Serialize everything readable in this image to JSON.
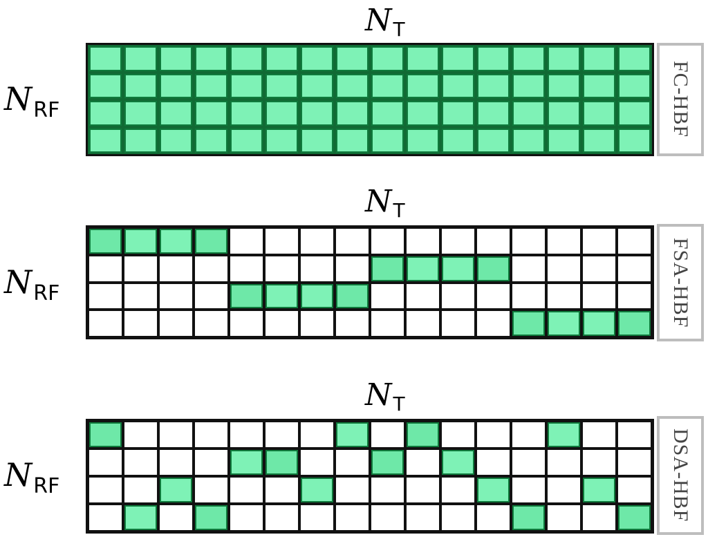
{
  "labels": {
    "nt_symbol": "N",
    "nt_sub": "T",
    "nrf_symbol": "N",
    "nrf_sub": "RF"
  },
  "colors": {
    "active_fill": "#7ef2b6",
    "active_border": "#0f7a3c",
    "grid_line": "#111111",
    "tag_border": "#bdbdbd"
  },
  "matrix": {
    "rows": 4,
    "cols": 16
  },
  "panels": [
    {
      "tag": "FC-HBF",
      "active": [
        [
          1,
          1,
          1,
          1,
          1,
          1,
          1,
          1,
          1,
          1,
          1,
          1,
          1,
          1,
          1,
          1
        ],
        [
          1,
          1,
          1,
          1,
          1,
          1,
          1,
          1,
          1,
          1,
          1,
          1,
          1,
          1,
          1,
          1
        ],
        [
          1,
          1,
          1,
          1,
          1,
          1,
          1,
          1,
          1,
          1,
          1,
          1,
          1,
          1,
          1,
          1
        ],
        [
          1,
          1,
          1,
          1,
          1,
          1,
          1,
          1,
          1,
          1,
          1,
          1,
          1,
          1,
          1,
          1
        ]
      ]
    },
    {
      "tag": "FSA-HBF",
      "active": [
        [
          1,
          1,
          1,
          1,
          0,
          0,
          0,
          0,
          0,
          0,
          0,
          0,
          0,
          0,
          0,
          0
        ],
        [
          0,
          0,
          0,
          0,
          0,
          0,
          0,
          0,
          1,
          1,
          1,
          1,
          0,
          0,
          0,
          0
        ],
        [
          0,
          0,
          0,
          0,
          1,
          1,
          1,
          1,
          0,
          0,
          0,
          0,
          0,
          0,
          0,
          0
        ],
        [
          0,
          0,
          0,
          0,
          0,
          0,
          0,
          0,
          0,
          0,
          0,
          0,
          1,
          1,
          1,
          1
        ]
      ]
    },
    {
      "tag": "DSA-HBF",
      "active": [
        [
          1,
          0,
          0,
          0,
          0,
          0,
          0,
          1,
          0,
          1,
          0,
          0,
          0,
          1,
          0,
          0
        ],
        [
          0,
          0,
          0,
          0,
          1,
          1,
          0,
          0,
          1,
          0,
          1,
          0,
          0,
          0,
          0,
          0
        ],
        [
          0,
          0,
          1,
          0,
          0,
          0,
          1,
          0,
          0,
          0,
          0,
          1,
          0,
          0,
          1,
          0
        ],
        [
          0,
          1,
          0,
          1,
          0,
          0,
          0,
          0,
          0,
          0,
          0,
          0,
          1,
          0,
          0,
          1
        ]
      ]
    }
  ]
}
